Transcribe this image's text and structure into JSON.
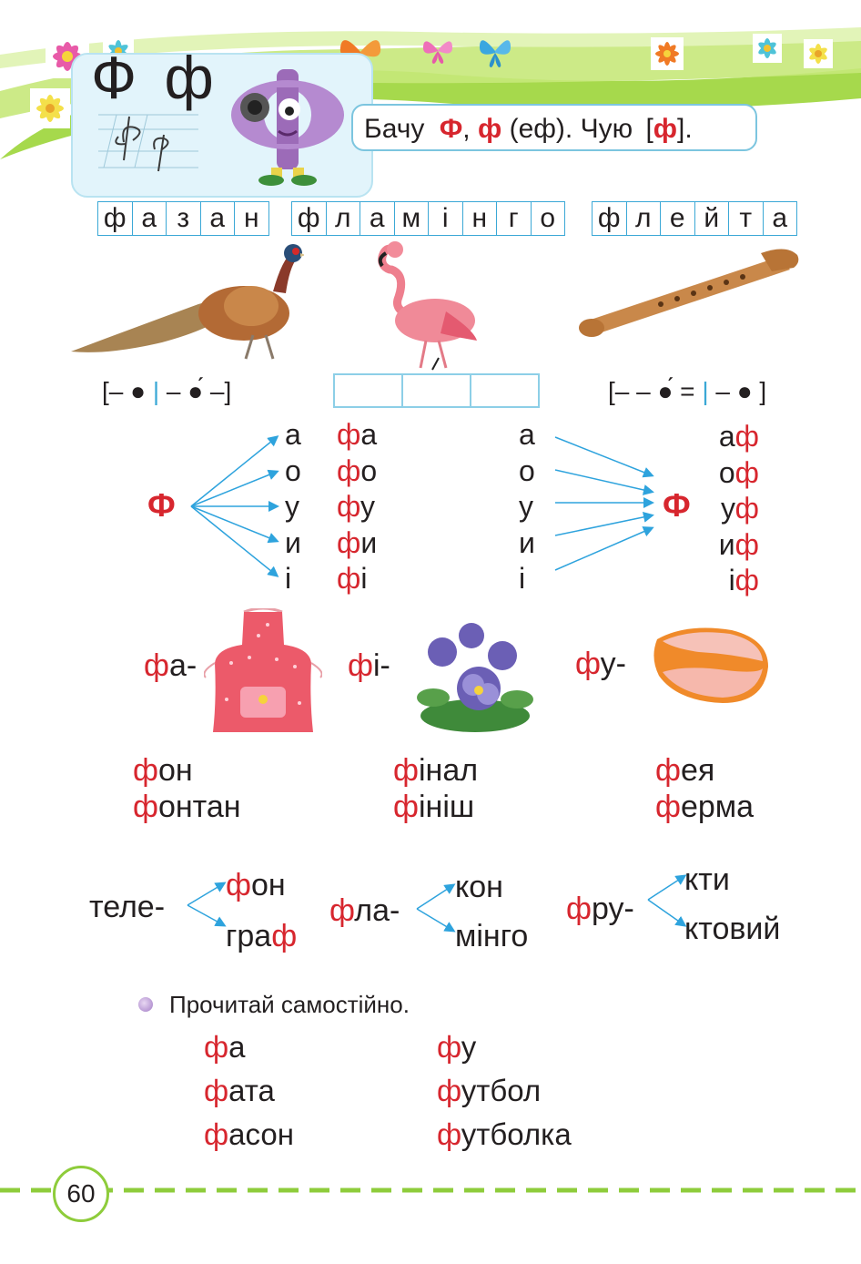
{
  "header": {
    "upper": "Ф",
    "lower": "ф",
    "sentence": {
      "see": "Бачу",
      "letter_upper": "Ф",
      "comma": ",",
      "letter_lower": "ф",
      "name": "(еф). Чую",
      "sound_open": "[",
      "sound": "ф",
      "sound_close": "]."
    }
  },
  "word_boxes": [
    [
      "ф",
      "а",
      "з",
      "а",
      "н"
    ],
    [
      "ф",
      "л",
      "а",
      "м",
      "і",
      "н",
      "г",
      "о"
    ],
    [
      "ф",
      "л",
      "е",
      "й",
      "т",
      "а"
    ]
  ],
  "schemes": {
    "left": {
      "a": "[– ●",
      "bar": "|",
      "b": "– ●́ –]"
    },
    "right": {
      "a": "[– – ●́ =",
      "bar": "|",
      "b": "– ● ]"
    }
  },
  "syllables": {
    "F": "Ф",
    "vowels": [
      "а",
      "о",
      "у",
      "и",
      "і"
    ],
    "fv": [
      "а",
      "о",
      "у",
      "и",
      "і"
    ],
    "f": "ф",
    "vowels2": [
      "а",
      "о",
      "у",
      "и",
      "і"
    ],
    "vf": [
      "а",
      "о",
      "у",
      "и",
      "і"
    ]
  },
  "picture_syllables": {
    "fa": {
      "f": "ф",
      "rest": "а-"
    },
    "fi": {
      "f": "ф",
      "rest": "і-"
    },
    "fu": {
      "f": "ф",
      "rest": "у-"
    }
  },
  "word_columns": [
    [
      {
        "f": "ф",
        "rest": "он"
      },
      {
        "f": "ф",
        "rest": "онтан"
      }
    ],
    [
      {
        "f": "ф",
        "rest": "інал"
      },
      {
        "f": "ф",
        "rest": "ініш"
      }
    ],
    [
      {
        "f": "ф",
        "rest": "ея"
      },
      {
        "f": "ф",
        "rest": "ерма"
      }
    ]
  ],
  "compounds": {
    "tele": {
      "stem": "теле-",
      "e1_f": "ф",
      "e1_rest": "он",
      "e2_pre": "гра",
      "e2_f": "ф"
    },
    "fla": {
      "f": "ф",
      "stem": "ла-",
      "e1": "кон",
      "e2": "мінго"
    },
    "fru": {
      "f": "ф",
      "stem": "ру-",
      "e1": "кти",
      "e2": "ктовий"
    }
  },
  "read": {
    "title": "Прочитай самостійно.",
    "left": [
      {
        "f": "ф",
        "rest": "а"
      },
      {
        "f": "ф",
        "rest": "ата"
      },
      {
        "f": "ф",
        "rest": "асон"
      }
    ],
    "right": [
      {
        "f": "ф",
        "rest": "у"
      },
      {
        "f": "ф",
        "rest": "утбол"
      },
      {
        "f": "ф",
        "rest": "утболка"
      }
    ]
  },
  "page_number": "60",
  "colors": {
    "accent_red": "#d7262e",
    "blue": "#3ba8d6",
    "green": "#8ecc3b",
    "card": "#e2f4fb"
  }
}
